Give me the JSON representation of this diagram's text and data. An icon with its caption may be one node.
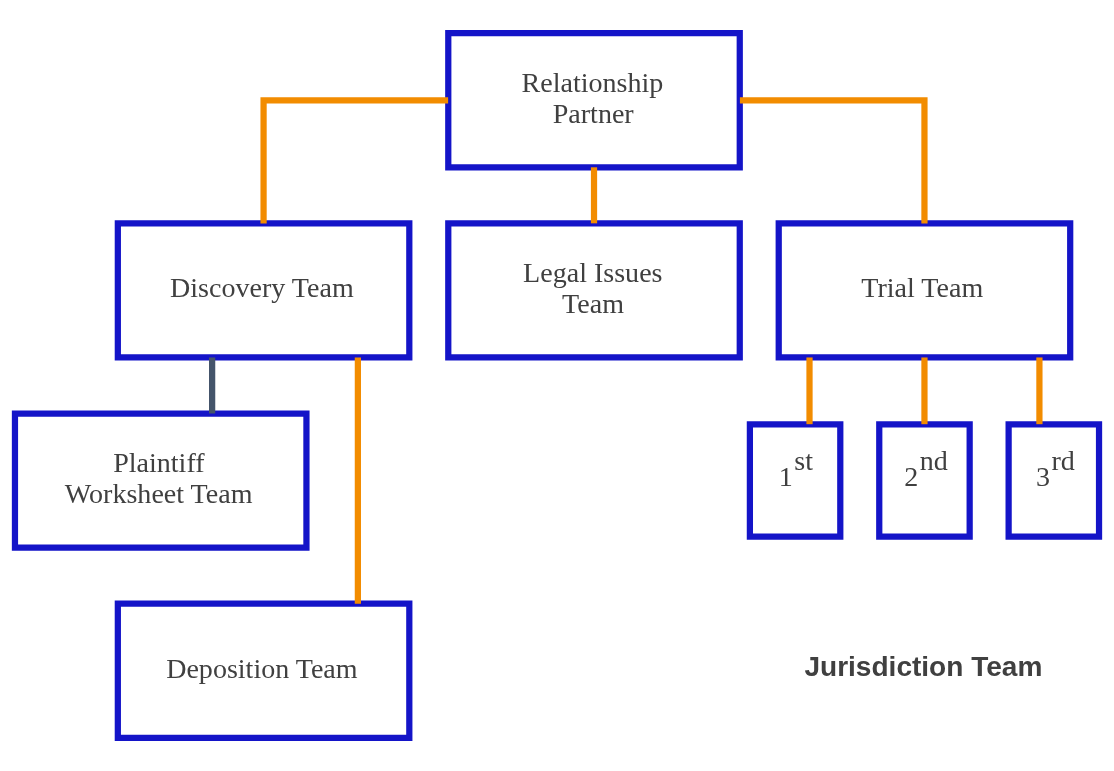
{
  "diagram": {
    "nodes": [
      {
        "text": [
          "Relationship Partner"
        ]
      },
      {
        "text": [
          "Discovery Team"
        ]
      },
      {
        "text": [
          "Legal Issues Team"
        ]
      },
      {
        "text": [
          "Trial Team"
        ]
      },
      {
        "text": [
          "Plaintiff Worksheet Team"
        ]
      },
      {
        "text": [
          "Deposition Team"
        ]
      },
      {
        "text": [
          "1$^{st}$"
        ]
      },
      {
        "text": [
          "2$^{nd}$"
        ]
      },
      {
        "text": [
          "3$^{rd}$"
        ]
      }
    ],
    "edges": [
      {
        "from": 0,
        "to": 1,
        "arrow": "none"
      },
      {
        "from": 0,
        "to": 2,
        "arrow": "none"
      },
      {
        "from": 0,
        "to": 3,
        "arrow": "none"
      },
      {
        "from": 1,
        "to": 4,
        "arrow": "none",
        "color": "#44546a"
      },
      {
        "from": 1,
        "to": 5,
        "arrow": "none"
      },
      {
        "from": 3,
        "to": 6,
        "arrow": "none"
      },
      {
        "from": 3,
        "to": 7,
        "arrow": "none"
      },
      {
        "from": 3,
        "to": 8,
        "arrow": "none"
      }
    ],
    "labels": [
      "Jurisdiction Team"
    ]
  }
}
